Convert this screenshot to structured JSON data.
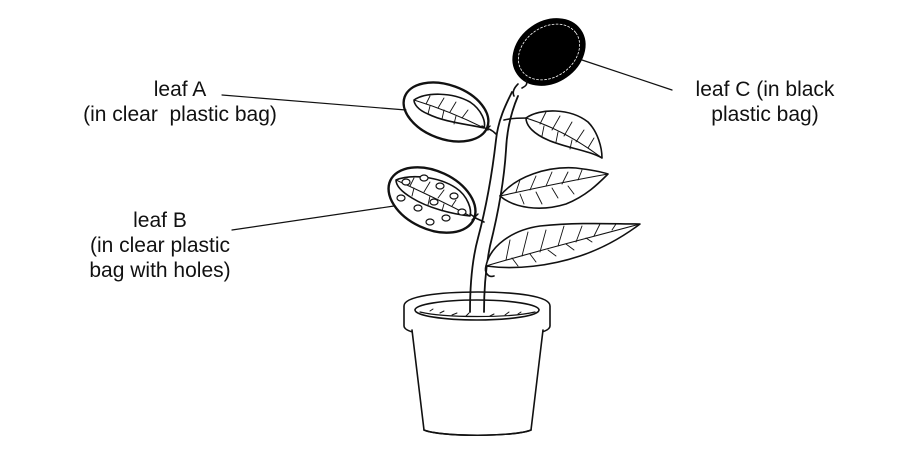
{
  "labels": {
    "leaf_a": {
      "line1": "leaf A",
      "line2": "(in clear  plastic bag)"
    },
    "leaf_b": {
      "line1": "leaf B",
      "line2": "(in clear plastic",
      "line3": "bag with holes)"
    },
    "leaf_c": {
      "line1": "leaf C (in black",
      "line2": "plastic bag)"
    }
  },
  "colors": {
    "ink": "#111111",
    "black_bag": "#000000",
    "background": "#ffffff"
  }
}
